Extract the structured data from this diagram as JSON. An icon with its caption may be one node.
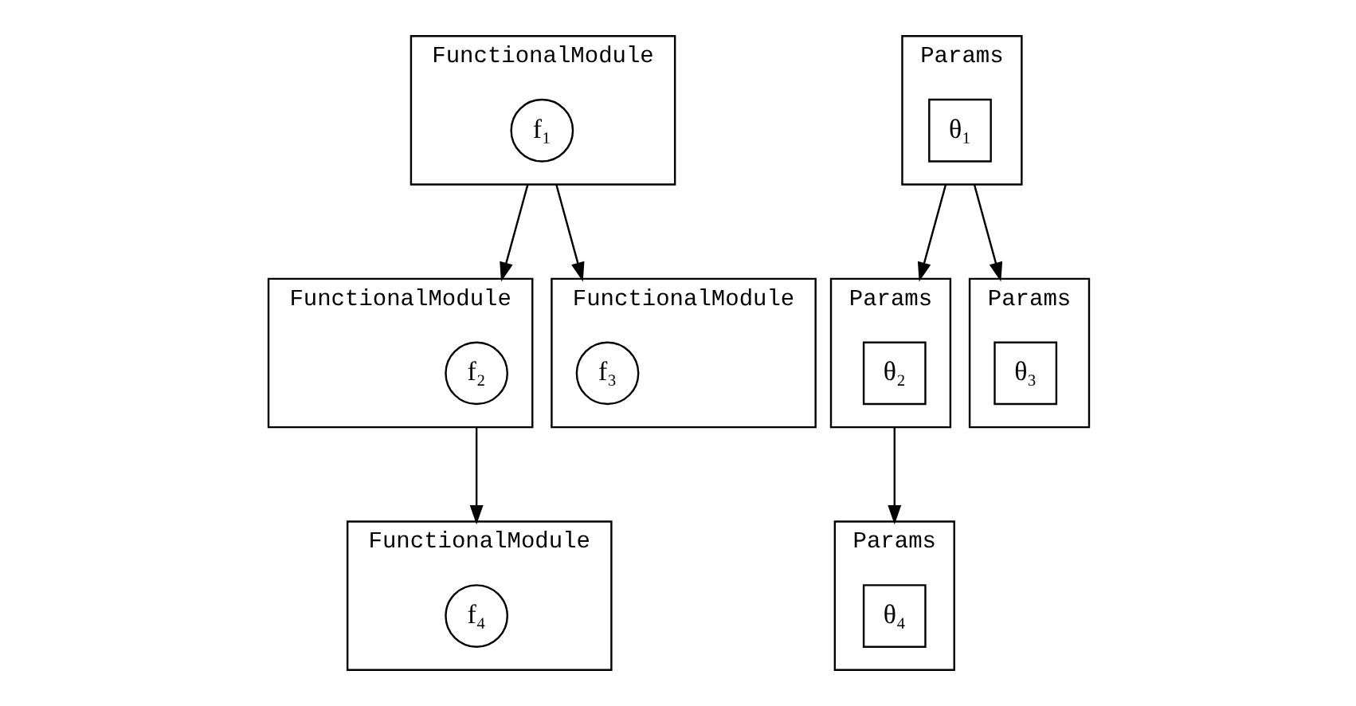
{
  "diagram": {
    "nodes": [
      {
        "text": [
          "FunctionalModule"
        ]
      },
      {
        "text": [
          "f₁"
        ],
        "in": 0
      },
      {
        "text": [
          "FunctionalModule"
        ]
      },
      {
        "text": [
          "f₂"
        ],
        "in": 2
      },
      {
        "text": [
          "FunctionalModule"
        ]
      },
      {
        "text": [
          "f₃"
        ],
        "in": 4
      },
      {
        "text": [
          "FunctionalModule"
        ]
      },
      {
        "text": [
          "f₄"
        ],
        "in": 6
      },
      {
        "text": [
          "Params"
        ]
      },
      {
        "text": [
          "θ₁"
        ],
        "in": 8
      },
      {
        "text": [
          "Params"
        ]
      },
      {
        "text": [
          "θ₂"
        ],
        "in": 10
      },
      {
        "text": [
          "Params"
        ]
      },
      {
        "text": [
          "θ₃"
        ],
        "in": 12
      },
      {
        "text": [
          "Params"
        ]
      },
      {
        "text": [
          "θ₄"
        ],
        "in": 14
      }
    ],
    "edges": [
      {
        "from": 0,
        "to": 2,
        "arrow": "to"
      },
      {
        "from": 0,
        "to": 4,
        "arrow": "to"
      },
      {
        "from": 2,
        "to": 6,
        "arrow": "to"
      },
      {
        "from": 8,
        "to": 10,
        "arrow": "to"
      },
      {
        "from": 8,
        "to": 12,
        "arrow": "to"
      },
      {
        "from": 10,
        "to": 14,
        "arrow": "to"
      }
    ]
  }
}
